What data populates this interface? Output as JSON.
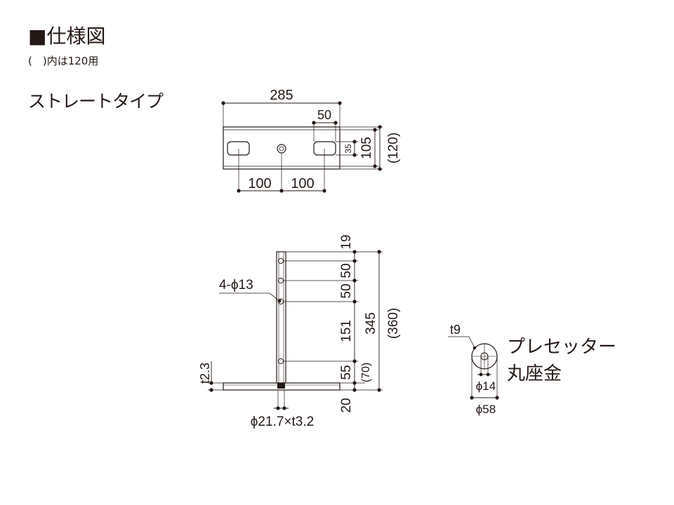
{
  "header": {
    "title": "■仕様図",
    "note": "(　)内は120用"
  },
  "type_label": "ストレートタイプ",
  "plan_view": {
    "total_width": "285",
    "slot_width": "50",
    "height_inner": "35",
    "height": "105",
    "height_alt": "(120)",
    "pitch_left": "100",
    "pitch_right": "100"
  },
  "side_view": {
    "d_top": "19",
    "d_1": "50",
    "d_2": "50",
    "d_3": "151",
    "d_4": "55",
    "d_4_alt": "(70)",
    "d_base": "20",
    "overall": "345",
    "overall_alt": "(360)",
    "holes": "4-ϕ13",
    "plate_thickness": "t2.3",
    "pipe": "ϕ21.7×t3.2"
  },
  "washer": {
    "thickness": "t9",
    "inner_diameter": "ϕ14",
    "outer_diameter": "ϕ58",
    "name_line1": "プレセッター",
    "name_line2": "丸座金"
  }
}
